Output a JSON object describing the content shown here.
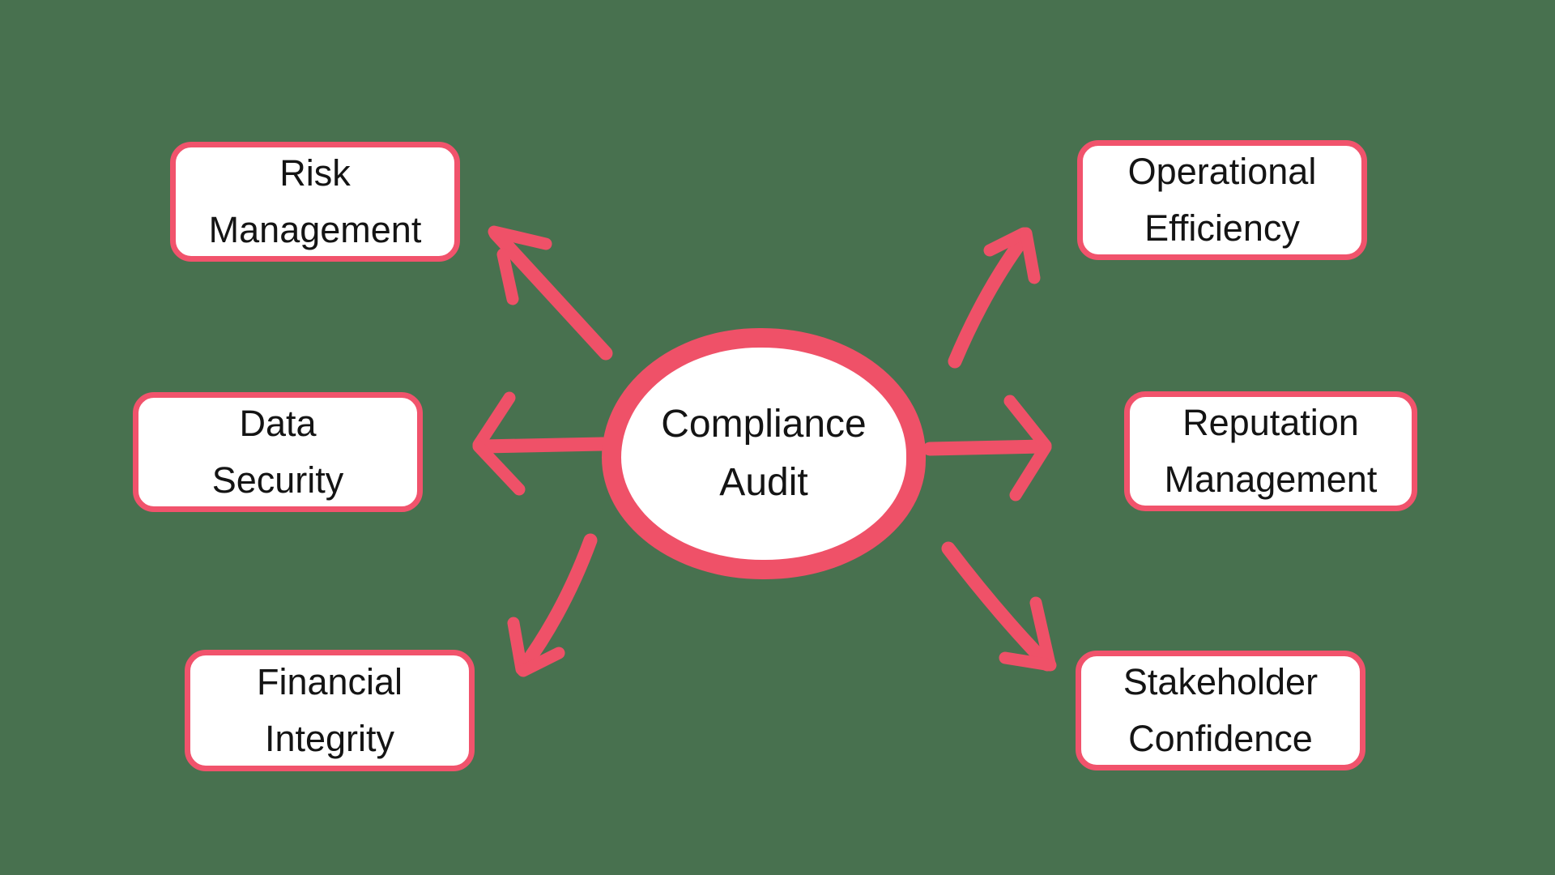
{
  "colors": {
    "background": "#48714f",
    "accent": "#ef5168",
    "node_border": "#f1536c",
    "node_fill": "#ffffff",
    "text": "#141414"
  },
  "center_node": {
    "id": "compliance-audit",
    "lines": [
      "Compliance",
      "Audit"
    ]
  },
  "nodes": [
    {
      "id": "risk-management",
      "position": "top-left",
      "lines": [
        "Risk",
        "Management"
      ]
    },
    {
      "id": "data-security",
      "position": "middle-left",
      "lines": [
        "Data",
        "Security"
      ]
    },
    {
      "id": "financial-integrity",
      "position": "bottom-left",
      "lines": [
        "Financial",
        "Integrity"
      ]
    },
    {
      "id": "operational-efficiency",
      "position": "top-right",
      "lines": [
        "Operational",
        "Efficiency"
      ]
    },
    {
      "id": "reputation-management",
      "position": "middle-right",
      "lines": [
        "Reputation",
        "Management"
      ]
    },
    {
      "id": "stakeholder-confidence",
      "position": "bottom-right",
      "lines": [
        "Stakeholder",
        "Confidence"
      ]
    }
  ]
}
